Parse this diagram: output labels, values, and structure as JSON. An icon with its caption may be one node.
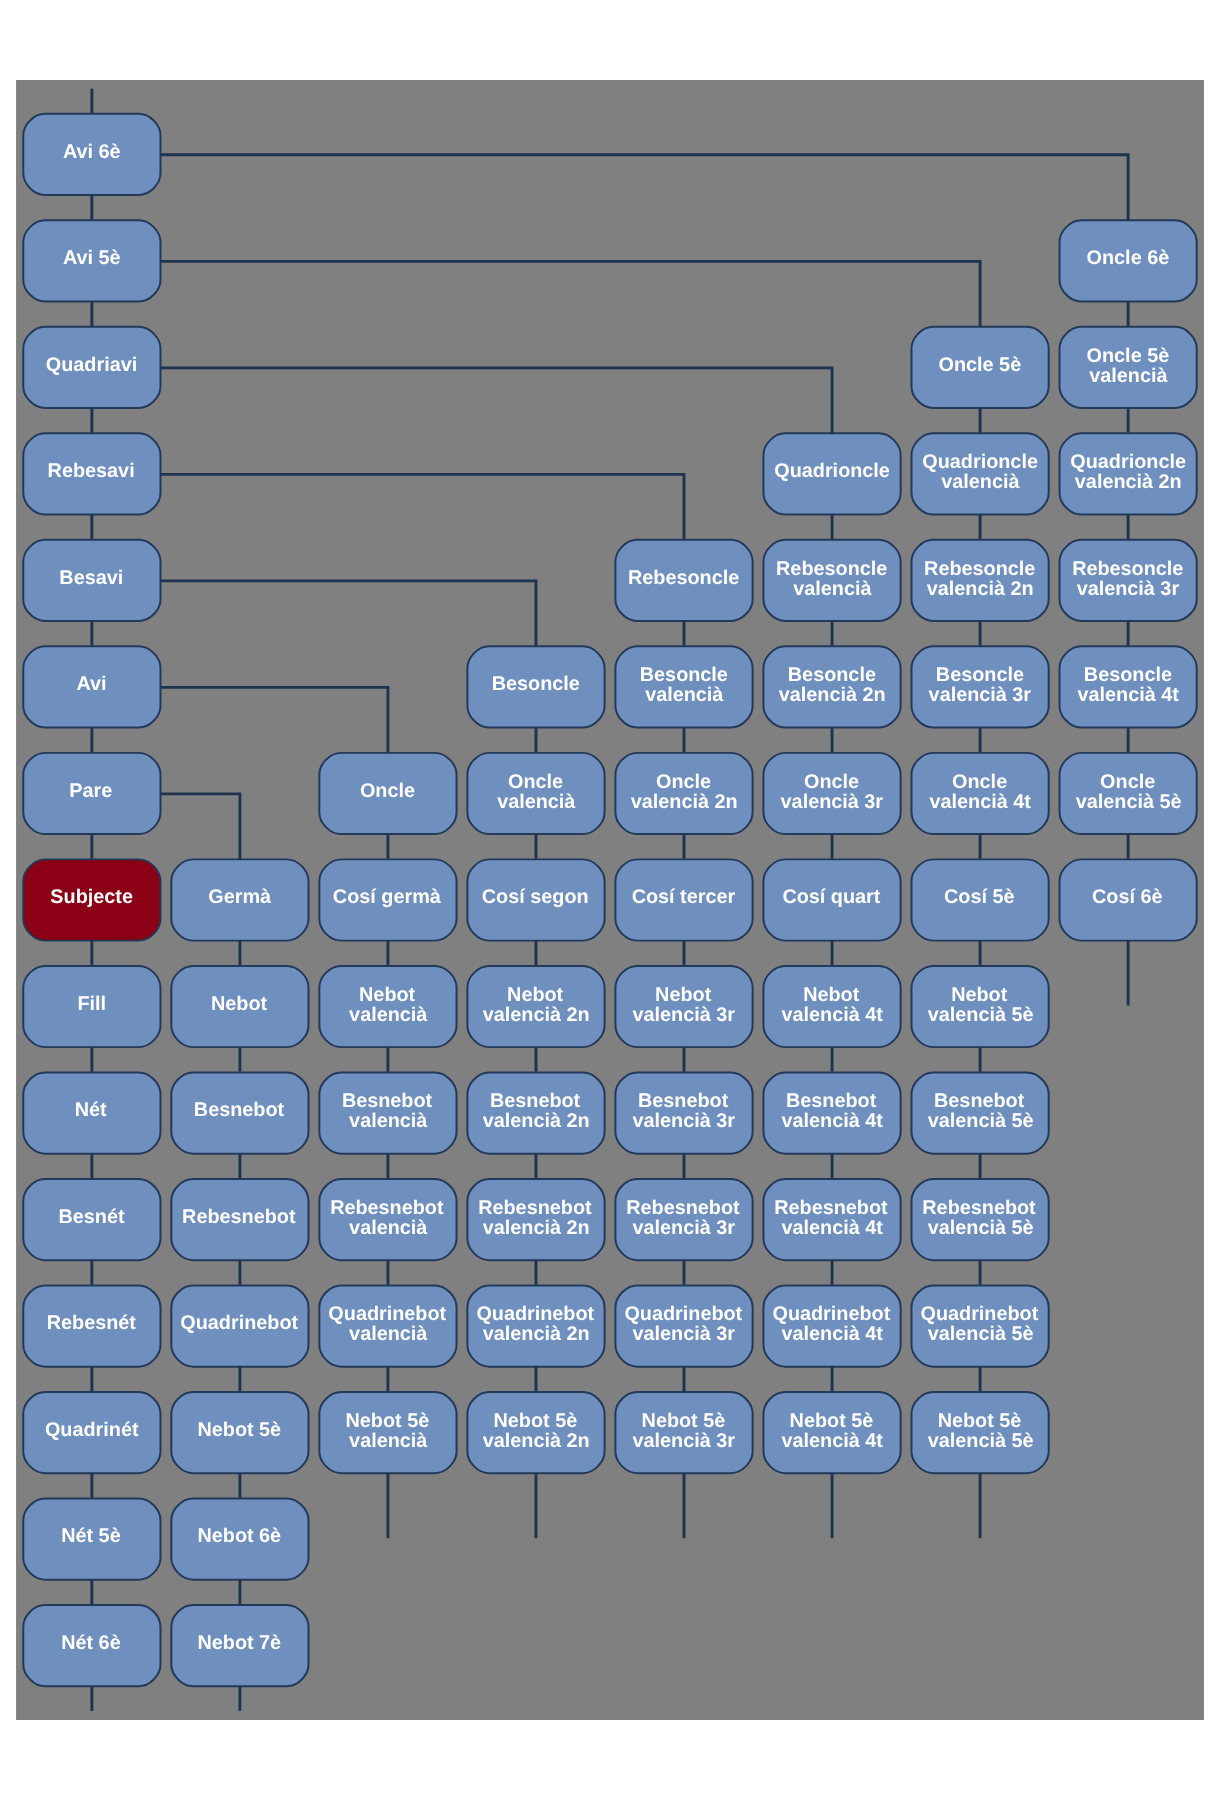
{
  "diagram": {
    "nodes": [
      {
        "text": [
          "Avi 6è"
        ]
      },
      {
        "text": [
          "Avi 5è"
        ]
      },
      {
        "text": [
          "Oncle 6è"
        ]
      },
      {
        "text": [
          "Quadriavi"
        ]
      },
      {
        "text": [
          "Oncle 5è"
        ]
      },
      {
        "text": [
          "Oncle 5è valencià"
        ]
      },
      {
        "text": [
          "Rebesavi"
        ]
      },
      {
        "text": [
          "Quadrioncle"
        ]
      },
      {
        "text": [
          "Quadrioncle valencià"
        ]
      },
      {
        "text": [
          "Quadrioncle valencià 2n"
        ]
      },
      {
        "text": [
          "Besavi"
        ]
      },
      {
        "text": [
          "Rebesoncle"
        ]
      },
      {
        "text": [
          "Rebesoncle valencià"
        ]
      },
      {
        "text": [
          "Rebesoncle valencià 2n"
        ]
      },
      {
        "text": [
          "Rebesoncle valencià 3r"
        ]
      },
      {
        "text": [
          "Avi"
        ]
      },
      {
        "text": [
          "Besoncle"
        ]
      },
      {
        "text": [
          "Besoncle valencià"
        ]
      },
      {
        "text": [
          "Besoncle valencià 2n"
        ]
      },
      {
        "text": [
          "Besoncle valencià 3r"
        ]
      },
      {
        "text": [
          "Besoncle valencià 4t"
        ]
      },
      {
        "text": [
          "Pare"
        ]
      },
      {
        "text": [
          "Oncle"
        ]
      },
      {
        "text": [
          "Oncle valencià"
        ]
      },
      {
        "text": [
          "Oncle valencià 2n"
        ]
      },
      {
        "text": [
          "Oncle valencià 3r"
        ]
      },
      {
        "text": [
          "Oncle valencià 4t"
        ]
      },
      {
        "text": [
          "Oncle valencià 5è"
        ]
      },
      {
        "text": [
          "Subjecte"
        ]
      },
      {
        "text": [
          "Germà"
        ]
      },
      {
        "text": [
          "Cosí germà"
        ]
      },
      {
        "text": [
          "Cosí segon"
        ]
      },
      {
        "text": [
          "Cosí tercer"
        ]
      },
      {
        "text": [
          "Cosí quart"
        ]
      },
      {
        "text": [
          "Cosí 5è"
        ]
      },
      {
        "text": [
          "Cosí 6è"
        ]
      },
      {
        "text": [
          "Fill"
        ]
      },
      {
        "text": [
          "Nebot"
        ]
      },
      {
        "text": [
          "Nebot valencià"
        ]
      },
      {
        "text": [
          "Nebot valencià 2n"
        ]
      },
      {
        "text": [
          "Nebot valencià 3r"
        ]
      },
      {
        "text": [
          "Nebot valencià 4t"
        ]
      },
      {
        "text": [
          "Nebot valencià 5è"
        ]
      },
      {
        "text": [
          "Nét"
        ]
      },
      {
        "text": [
          "Besnebot"
        ]
      },
      {
        "text": [
          "Besnebot valencià"
        ]
      },
      {
        "text": [
          "Besnebot valencià 2n"
        ]
      },
      {
        "text": [
          "Besnebot valencià 3r"
        ]
      },
      {
        "text": [
          "Besnebot valencià 4t"
        ]
      },
      {
        "text": [
          "Besnebot valencià 5è"
        ]
      },
      {
        "text": [
          "Besnét"
        ]
      },
      {
        "text": [
          "Rebesnebot"
        ]
      },
      {
        "text": [
          "Rebesnebot valencià"
        ]
      },
      {
        "text": [
          "Rebesnebot valencià 2n"
        ]
      },
      {
        "text": [
          "Rebesnebot valencià 3r"
        ]
      },
      {
        "text": [
          "Rebesnebot valencià 4t"
        ]
      },
      {
        "text": [
          "Rebesnebot valencià 5è"
        ]
      },
      {
        "text": [
          "Rebesnét"
        ]
      },
      {
        "text": [
          "Quadrinebot"
        ]
      },
      {
        "text": [
          "Quadrinebot valencià"
        ]
      },
      {
        "text": [
          "Quadrinebot valencià 2n"
        ]
      },
      {
        "text": [
          "Quadrinebot valencià 3r"
        ]
      },
      {
        "text": [
          "Quadrinebot valencià 4t"
        ]
      },
      {
        "text": [
          "Quadrinebot valencià 5è"
        ]
      },
      {
        "text": [
          "Quadrinét"
        ]
      },
      {
        "text": [
          "Nebot 5è"
        ]
      },
      {
        "text": [
          "Nebot 5è valencià"
        ]
      },
      {
        "text": [
          "Nebot 5è valencià 2n"
        ]
      },
      {
        "text": [
          "Nebot 5è valencià 3r"
        ]
      },
      {
        "text": [
          "Nebot 5è valencià 4t"
        ]
      },
      {
        "text": [
          "Nebot 5è valencià 5è"
        ]
      },
      {
        "text": [
          "Nét 5è"
        ]
      },
      {
        "text": [
          "Nebot 6è"
        ]
      },
      {
        "text": [
          "Nét 6è"
        ]
      },
      {
        "text": [
          "Nebot 7è"
        ]
      }
    ],
    "edges": [
      {
        "from": null,
        "to": 0,
        "arrow": "none"
      },
      {
        "from": 0,
        "to": 1,
        "arrow": "none"
      },
      {
        "from": 0,
        "to": 2,
        "arrow": "none"
      },
      {
        "from": 1,
        "to": 3,
        "arrow": "none"
      },
      {
        "from": 1,
        "to": 4,
        "arrow": "none"
      },
      {
        "from": 2,
        "to": 5,
        "arrow": "none"
      },
      {
        "from": 3,
        "to": 6,
        "arrow": "none"
      },
      {
        "from": 3,
        "to": 7,
        "arrow": "none"
      },
      {
        "from": 4,
        "to": 8,
        "arrow": "none"
      },
      {
        "from": 5,
        "to": 9,
        "arrow": "none"
      },
      {
        "from": 6,
        "to": 10,
        "arrow": "none"
      },
      {
        "from": 6,
        "to": 11,
        "arrow": "none"
      },
      {
        "from": 7,
        "to": 12,
        "arrow": "none"
      },
      {
        "from": 8,
        "to": 13,
        "arrow": "none"
      },
      {
        "from": 9,
        "to": 14,
        "arrow": "none"
      },
      {
        "from": 10,
        "to": 15,
        "arrow": "none"
      },
      {
        "from": 10,
        "to": 16,
        "arrow": "none"
      },
      {
        "from": 11,
        "to": 17,
        "arrow": "none"
      },
      {
        "from": 12,
        "to": 18,
        "arrow": "none"
      },
      {
        "from": 13,
        "to": 19,
        "arrow": "none"
      },
      {
        "from": 14,
        "to": 20,
        "arrow": "none"
      },
      {
        "from": 15,
        "to": 21,
        "arrow": "none"
      },
      {
        "from": 15,
        "to": 22,
        "arrow": "none"
      },
      {
        "from": 16,
        "to": 23,
        "arrow": "none"
      },
      {
        "from": 17,
        "to": 24,
        "arrow": "none"
      },
      {
        "from": 18,
        "to": 25,
        "arrow": "none"
      },
      {
        "from": 19,
        "to": 26,
        "arrow": "none"
      },
      {
        "from": 20,
        "to": 27,
        "arrow": "none"
      },
      {
        "from": 21,
        "to": 28,
        "arrow": "none"
      },
      {
        "from": 21,
        "to": 29,
        "arrow": "none"
      },
      {
        "from": 22,
        "to": 30,
        "arrow": "none"
      },
      {
        "from": 23,
        "to": 31,
        "arrow": "none"
      },
      {
        "from": 24,
        "to": 32,
        "arrow": "none"
      },
      {
        "from": 25,
        "to": 33,
        "arrow": "none"
      },
      {
        "from": 26,
        "to": 34,
        "arrow": "none"
      },
      {
        "from": 27,
        "to": 35,
        "arrow": "none"
      },
      {
        "from": 28,
        "to": 36,
        "arrow": "none"
      },
      {
        "from": 29,
        "to": 37,
        "arrow": "none"
      },
      {
        "from": 30,
        "to": 38,
        "arrow": "none"
      },
      {
        "from": 31,
        "to": 39,
        "arrow": "none"
      },
      {
        "from": 32,
        "to": 40,
        "arrow": "none"
      },
      {
        "from": 33,
        "to": 41,
        "arrow": "none"
      },
      {
        "from": 34,
        "to": 42,
        "arrow": "none"
      },
      {
        "from": 35,
        "to": null,
        "arrow": "none"
      },
      {
        "from": 36,
        "to": 43,
        "arrow": "none"
      },
      {
        "from": 37,
        "to": 44,
        "arrow": "none"
      },
      {
        "from": 38,
        "to": 45,
        "arrow": "none"
      },
      {
        "from": 39,
        "to": 46,
        "arrow": "none"
      },
      {
        "from": 40,
        "to": 47,
        "arrow": "none"
      },
      {
        "from": 41,
        "to": 48,
        "arrow": "none"
      },
      {
        "from": 42,
        "to": 49,
        "arrow": "none"
      },
      {
        "from": 43,
        "to": 50,
        "arrow": "none"
      },
      {
        "from": 44,
        "to": 51,
        "arrow": "none"
      },
      {
        "from": 45,
        "to": 52,
        "arrow": "none"
      },
      {
        "from": 46,
        "to": 53,
        "arrow": "none"
      },
      {
        "from": 47,
        "to": 54,
        "arrow": "none"
      },
      {
        "from": 48,
        "to": 55,
        "arrow": "none"
      },
      {
        "from": 49,
        "to": 56,
        "arrow": "none"
      },
      {
        "from": 50,
        "to": 57,
        "arrow": "none"
      },
      {
        "from": 51,
        "to": 58,
        "arrow": "none"
      },
      {
        "from": 52,
        "to": 59,
        "arrow": "none"
      },
      {
        "from": 53,
        "to": 60,
        "arrow": "none"
      },
      {
        "from": 54,
        "to": 61,
        "arrow": "none"
      },
      {
        "from": 55,
        "to": 62,
        "arrow": "none"
      },
      {
        "from": 56,
        "to": 63,
        "arrow": "none"
      },
      {
        "from": 57,
        "to": 64,
        "arrow": "none"
      },
      {
        "from": 58,
        "to": 65,
        "arrow": "none"
      },
      {
        "from": 59,
        "to": 66,
        "arrow": "none"
      },
      {
        "from": 60,
        "to": 67,
        "arrow": "none"
      },
      {
        "from": 61,
        "to": 68,
        "arrow": "none"
      },
      {
        "from": 62,
        "to": 69,
        "arrow": "none"
      },
      {
        "from": 63,
        "to": 70,
        "arrow": "none"
      },
      {
        "from": 64,
        "to": 71,
        "arrow": "none"
      },
      {
        "from": 65,
        "to": 72,
        "arrow": "none"
      },
      {
        "from": 66,
        "to": null,
        "arrow": "none"
      },
      {
        "from": 67,
        "to": null,
        "arrow": "none"
      },
      {
        "from": 68,
        "to": null,
        "arrow": "none"
      },
      {
        "from": 69,
        "to": null,
        "arrow": "none"
      },
      {
        "from": 70,
        "to": null,
        "arrow": "none"
      },
      {
        "from": 71,
        "to": 73,
        "arrow": "none"
      },
      {
        "from": 72,
        "to": 74,
        "arrow": "none"
      },
      {
        "from": 73,
        "to": null,
        "arrow": "none"
      },
      {
        "from": 74,
        "to": null,
        "arrow": "none"
      }
    ]
  }
}
